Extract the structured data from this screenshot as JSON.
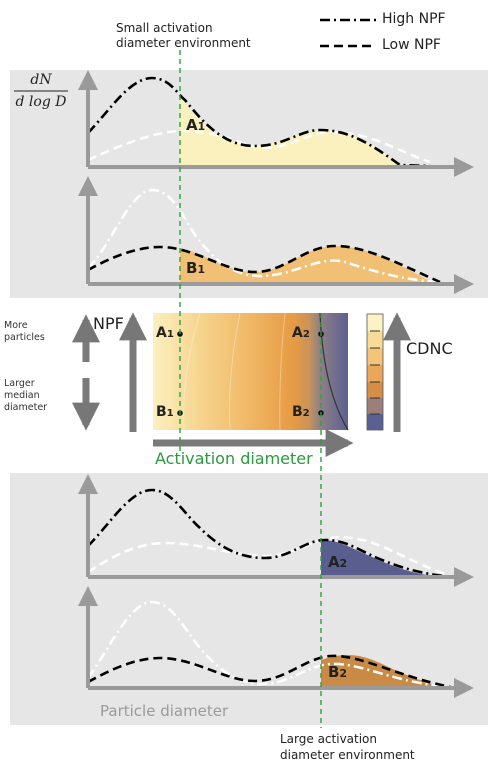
{
  "legend": {
    "high_npf": "High NPF",
    "low_npf": "Low NPF"
  },
  "top_caption": [
    "Small activation",
    "diameter environment"
  ],
  "bottom_caption": [
    "Large activation",
    "diameter environment"
  ],
  "y_axis_label": {
    "numerator": "dN",
    "denominator": "d log D"
  },
  "x_axis_label": "Particle diameter",
  "middle": {
    "npf_label": "NPF",
    "more_particles": [
      "More",
      "particles"
    ],
    "larger_median": [
      "Larger",
      "median",
      "diameter"
    ],
    "activation_diameter": "Activation diameter",
    "cdnc_label": "CDNC",
    "points": [
      "A1",
      "A2",
      "B1",
      "B2"
    ]
  },
  "panel_labels": {
    "a1": "A1",
    "b1": "B1",
    "a2": "A2",
    "b2": "B2"
  },
  "colors": {
    "panel_bg": "#e6e6e6",
    "axis": "#9a9a9a",
    "guide": "#2aa33a",
    "fill_a1": "#fbf1bf",
    "fill_b1": "#f2c074",
    "fill_a2": "#5a5e8e",
    "fill_b2": "#c98a46"
  }
}
